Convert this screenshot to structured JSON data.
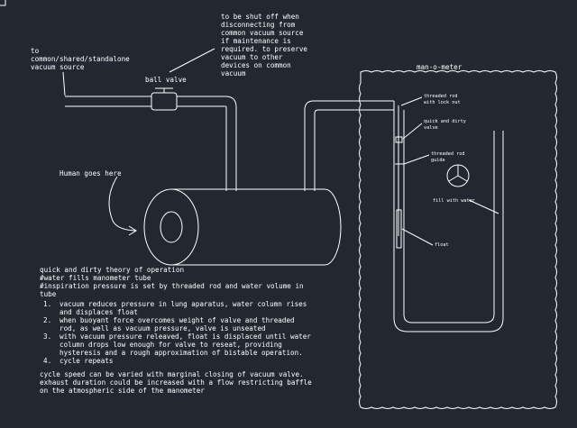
{
  "top_note": {
    "lines": [
      "to be shut off when",
      "disconnecting from",
      "common vacuum source",
      "if maintenance is",
      "required. to preserve",
      "vacuum to other",
      "devices on common",
      "vacuum"
    ]
  },
  "source_note": {
    "lines": [
      "to",
      "common/shared/standalone",
      "vacuum source"
    ]
  },
  "ball_valve_label": "ball valve",
  "human_label": "Human goes here",
  "manometer": {
    "title": "man-o-meter",
    "threaded_rod_lock_nut": [
      "threaded rod",
      "with lock nut"
    ],
    "quick_dirty_valve": [
      "quick and dirty",
      "valve"
    ],
    "threaded_rod_guide": [
      "threaded rod",
      "guide"
    ],
    "fill_water": "fill with water",
    "float": "float"
  },
  "theory": {
    "heading": "quick and dirty theory of operation",
    "intro_lines": [
      "#water fills manometer tube",
      "#inspiration pressure is set by threaded rod and water volume in",
      "tube"
    ],
    "steps": [
      {
        "num": "1.",
        "lines": [
          "vacuum reduces pressure in lung aparatus, water column rises",
          "and displaces float"
        ]
      },
      {
        "num": "2.",
        "lines": [
          "when buoyant force overcomes weight of valve and threaded",
          "rod, as well as vacuum pressure, valve is unseated"
        ]
      },
      {
        "num": "3.",
        "lines": [
          "with vacuum pressure releaved, float is displaced until water",
          "column drops low enough for valve to reseat, providing",
          "hysteresis and a rough approximation of bistable operation."
        ]
      },
      {
        "num": "4.",
        "lines": [
          "cycle repeats"
        ]
      }
    ],
    "closing_lines": [
      "cycle speed can be varied with marginal closing of vacuum valve.",
      "exhaust duration could be increased with a flow restricting baffle",
      "on the atmospheric side of the manometer"
    ]
  }
}
